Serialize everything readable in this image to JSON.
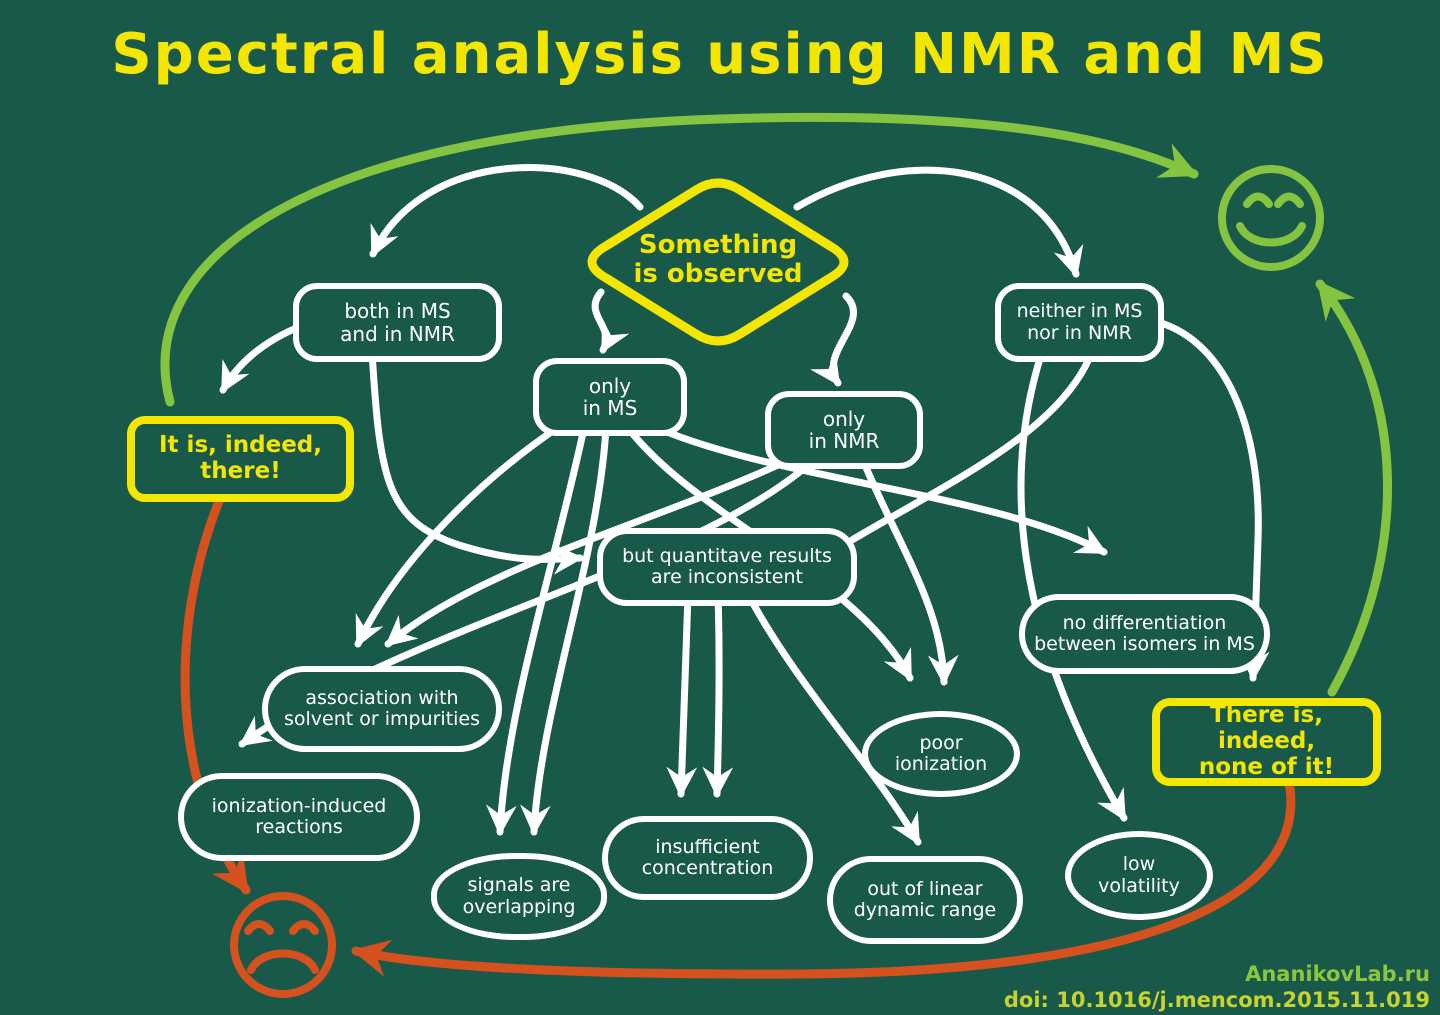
{
  "title": "Spectral analysis using NMR and MS",
  "colors": {
    "background": "#19594A",
    "yellow": "#F3E600",
    "white": "#FFFFFF",
    "green": "#85C441",
    "red": "#D5511E",
    "credit_site_green": "#8CC63F",
    "credit_doi_yellowgreen": "#C8D32F"
  },
  "nodes": {
    "something_observed": {
      "label": "Something\nis observed"
    },
    "both_ms_nmr": {
      "label": "both in MS\nand in NMR"
    },
    "neither_ms_nmr": {
      "label": "neither in MS\nnor in NMR"
    },
    "only_in_ms": {
      "label": "only\nin MS"
    },
    "only_in_nmr": {
      "label": "only\nin NMR"
    },
    "it_is_indeed_there": {
      "label": "It is, indeed,\nthere!"
    },
    "but_quantitave": {
      "label": "but quantitave results\nare inconsistent"
    },
    "no_differentiation": {
      "label": "no differentiation\nbetween isomers in MS"
    },
    "association_solvent": {
      "label": "association with\nsolvent or impurities"
    },
    "there_is_none": {
      "label": "There is, indeed,\nnone of it!"
    },
    "poor_ionization": {
      "label": "poor\nionization"
    },
    "ionization_induced": {
      "label": "ionization-induced\nreactions"
    },
    "insufficient_concentration": {
      "label": "insufficient\nconcentration"
    },
    "low_volatility": {
      "label": "low\nvolatility"
    },
    "signals_overlapping": {
      "label": "signals are\noverlapping"
    },
    "out_of_linear": {
      "label": "out of linear\ndynamic range"
    }
  },
  "icons": {
    "happy_face": "green smiley face",
    "sad_face": "red sad face"
  },
  "edges": [
    {
      "from": "something_observed",
      "to": "both_ms_nmr",
      "color": "white"
    },
    {
      "from": "something_observed",
      "to": "only_in_ms",
      "color": "white"
    },
    {
      "from": "something_observed",
      "to": "only_in_nmr",
      "color": "white"
    },
    {
      "from": "something_observed",
      "to": "neither_ms_nmr",
      "color": "white"
    },
    {
      "from": "both_ms_nmr",
      "to": "it_is_indeed_there",
      "color": "white"
    },
    {
      "from": "both_ms_nmr",
      "to": "but_quantitave",
      "color": "white"
    },
    {
      "from": "neither_ms_nmr",
      "to": "there_is_none",
      "color": "white"
    },
    {
      "from": "neither_ms_nmr",
      "to": "low_volatility",
      "color": "white"
    },
    {
      "from": "neither_ms_nmr",
      "to": "but_quantitave",
      "color": "white"
    },
    {
      "from": "only_in_ms",
      "to": "association_solvent",
      "color": "white"
    },
    {
      "from": "only_in_ms",
      "to": "signals_overlapping",
      "color": "white"
    },
    {
      "from": "only_in_ms",
      "to": "poor_ionization",
      "color": "white"
    },
    {
      "from": "only_in_ms",
      "to": "no_differentiation",
      "color": "white"
    },
    {
      "from": "only_in_nmr",
      "to": "association_solvent",
      "color": "white"
    },
    {
      "from": "only_in_nmr",
      "to": "ionization_induced",
      "color": "white"
    },
    {
      "from": "only_in_nmr",
      "to": "poor_ionization",
      "color": "white"
    },
    {
      "from": "but_quantitave",
      "to": "insufficient_concentration",
      "color": "white"
    },
    {
      "from": "but_quantitave",
      "to": "out_of_linear",
      "color": "white"
    },
    {
      "from": "it_is_indeed_there",
      "to": "happy_face",
      "color": "green"
    },
    {
      "from": "it_is_indeed_there",
      "to": "sad_face",
      "color": "red"
    },
    {
      "from": "there_is_none",
      "to": "happy_face",
      "color": "green"
    },
    {
      "from": "there_is_none",
      "to": "sad_face",
      "color": "red"
    }
  ],
  "credits": {
    "site": "AnanikovLab.ru",
    "doi": "doi: 10.1016/j.mencom.2015.11.019"
  }
}
